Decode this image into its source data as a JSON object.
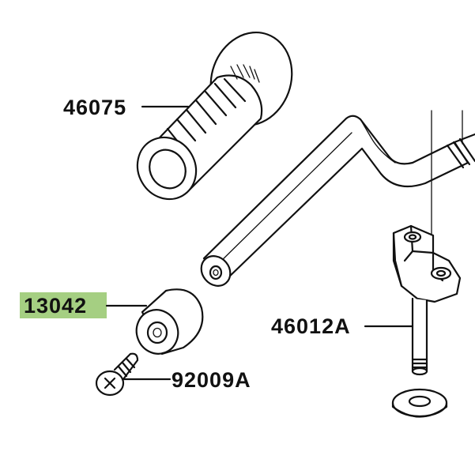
{
  "labels": {
    "grip": "46075",
    "weight": "13042",
    "screw": "92009A",
    "bar": "46012A"
  },
  "colors": {
    "highlight": "#a5cf82",
    "line": "#111111",
    "background": "#ffffff"
  }
}
